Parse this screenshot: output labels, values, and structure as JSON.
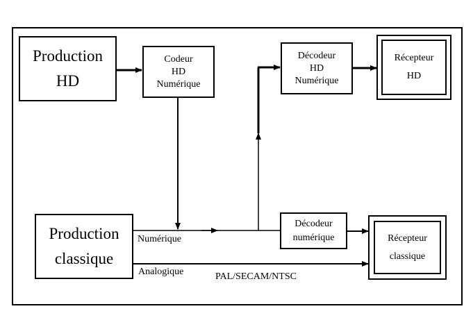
{
  "boxes": {
    "production_hd": [
      "Production",
      "HD"
    ],
    "codeur_hd": [
      "Codeur",
      "HD",
      "Numérique"
    ],
    "decodeur_hd": [
      "Décodeur",
      "HD",
      "Numérique"
    ],
    "recepteur_hd": [
      "Récepteur",
      "HD"
    ],
    "production_classique": [
      "Production",
      "classique"
    ],
    "decodeur_numerique": [
      "Décodeur",
      "numérique"
    ],
    "recepteur_classique": [
      "Récepteur",
      "classique"
    ]
  },
  "labels": {
    "numerique": "Numérique",
    "analogique": "Analogique",
    "pal": "PAL/SECAM/NTSC"
  }
}
